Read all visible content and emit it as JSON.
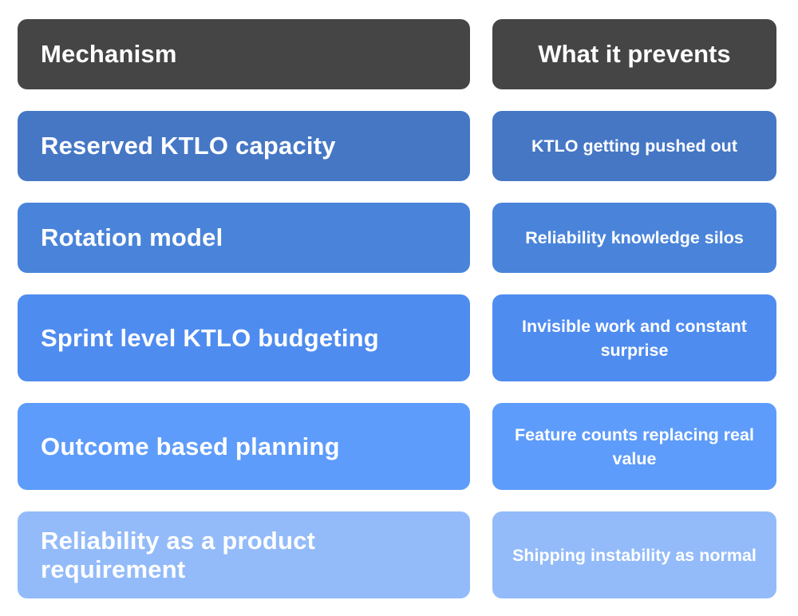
{
  "header": {
    "mechanism": "Mechanism",
    "prevents": "What it prevents"
  },
  "rows": [
    {
      "mechanism": "Reserved KTLO capacity",
      "prevents": "KTLO getting pushed out"
    },
    {
      "mechanism": "Rotation model",
      "prevents": "Reliability knowledge silos"
    },
    {
      "mechanism": "Sprint level KTLO budgeting",
      "prevents": "Invisible work and constant surprise"
    },
    {
      "mechanism": "Outcome based planning",
      "prevents": "Feature counts replacing real value"
    },
    {
      "mechanism": "Reliability as a product requirement",
      "prevents": "Shipping instability as normal"
    }
  ],
  "colors": {
    "header": "#454545",
    "row_1": "#4577c5",
    "row_2": "#4a84da",
    "row_3": "#4f8cf0",
    "row_4": "#5e9cfb",
    "row_5": "#93bbf9",
    "text": "#ffffff"
  }
}
